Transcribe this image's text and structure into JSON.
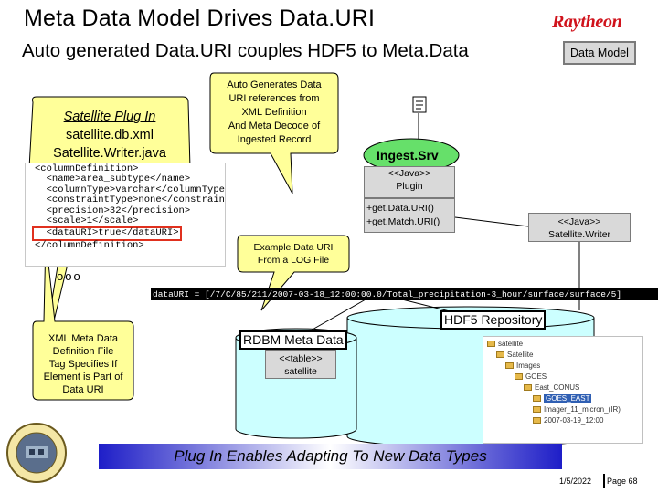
{
  "header": {
    "title": "Meta Data Model Drives Data.URI",
    "subtitle": "Auto generated Data.URI couples HDF5 to Meta.Data",
    "brand": "Raytheon",
    "data_model_label": "Data Model"
  },
  "plugin_callout": {
    "line1": "Satellite Plug In",
    "line2": "satellite.db.xml",
    "line3": "Satellite.Writer.java"
  },
  "auto_callout": {
    "line1": "Auto Generates Data",
    "line2": "URI references from",
    "line3": "XML Definition",
    "line4": "And Meta Decode of",
    "line5": "Ingested Record"
  },
  "ingest": {
    "label": "Ingest.Srv",
    "java_stereotype": "<<Java>>",
    "java_name": "Plugin",
    "method1": "+get.Data.URI()",
    "method2": "+get.Match.URI()"
  },
  "writer": {
    "stereotype": "<<Java>>",
    "name": "Satellite.Writer"
  },
  "xml_lines": [
    "<columnDefinition>",
    "  <name>area_subtype</name>",
    "  <columnType>varchar</columnType>",
    "  <constraintType>none</constraintType>",
    "  <precision>32</precision>",
    "  <scale>1</scale>",
    "  <dataURI>true</dataURI>",
    "</columnDefinition>"
  ],
  "ellipsis": "ooo",
  "example_callout": {
    "line1": "Example Data URI",
    "line2": "From a LOG File"
  },
  "data_uri_string": "dataURI = [/7/C/85/211/2007-03-18_12:00:00.0/Total_precipitation-3_hour/surface/surface/5]",
  "xml_note": {
    "line1": "XML Meta Data",
    "line2": "Definition File",
    "line3": "Tag Specifies If",
    "line4": "Element is Part of",
    "line5": "Data URI"
  },
  "hdf5": {
    "label": "HDF5 Repository"
  },
  "rdbm": {
    "label": "RDBM Meta Data",
    "stereotype": "<<table>>",
    "name": "satellite"
  },
  "tree_items": [
    {
      "label": "satellite",
      "indent": 0
    },
    {
      "label": "Satellite",
      "indent": 1
    },
    {
      "label": "Images",
      "indent": 2
    },
    {
      "label": "GOES",
      "indent": 3
    },
    {
      "label": "East_CONUS",
      "indent": 4
    },
    {
      "label": "GOES_EAST",
      "indent": 5,
      "selected": true
    },
    {
      "label": "Imager_11_micron_(IR)",
      "indent": 5
    },
    {
      "label": "2007-03-19_12:00",
      "indent": 5
    }
  ],
  "banner": "Plug In Enables Adapting To New Data Types",
  "footer": {
    "date": "1/5/2022",
    "page": "Page 68"
  },
  "colors": {
    "brand": "#d0121b",
    "box_fill": "#d9d9d9",
    "highlight_border": "#e0301e",
    "banner_blue": "#1e1ec8",
    "folder": "#e6b94a"
  },
  "icons": [
    "document-icon",
    "folder-icon",
    "seal-logo"
  ]
}
